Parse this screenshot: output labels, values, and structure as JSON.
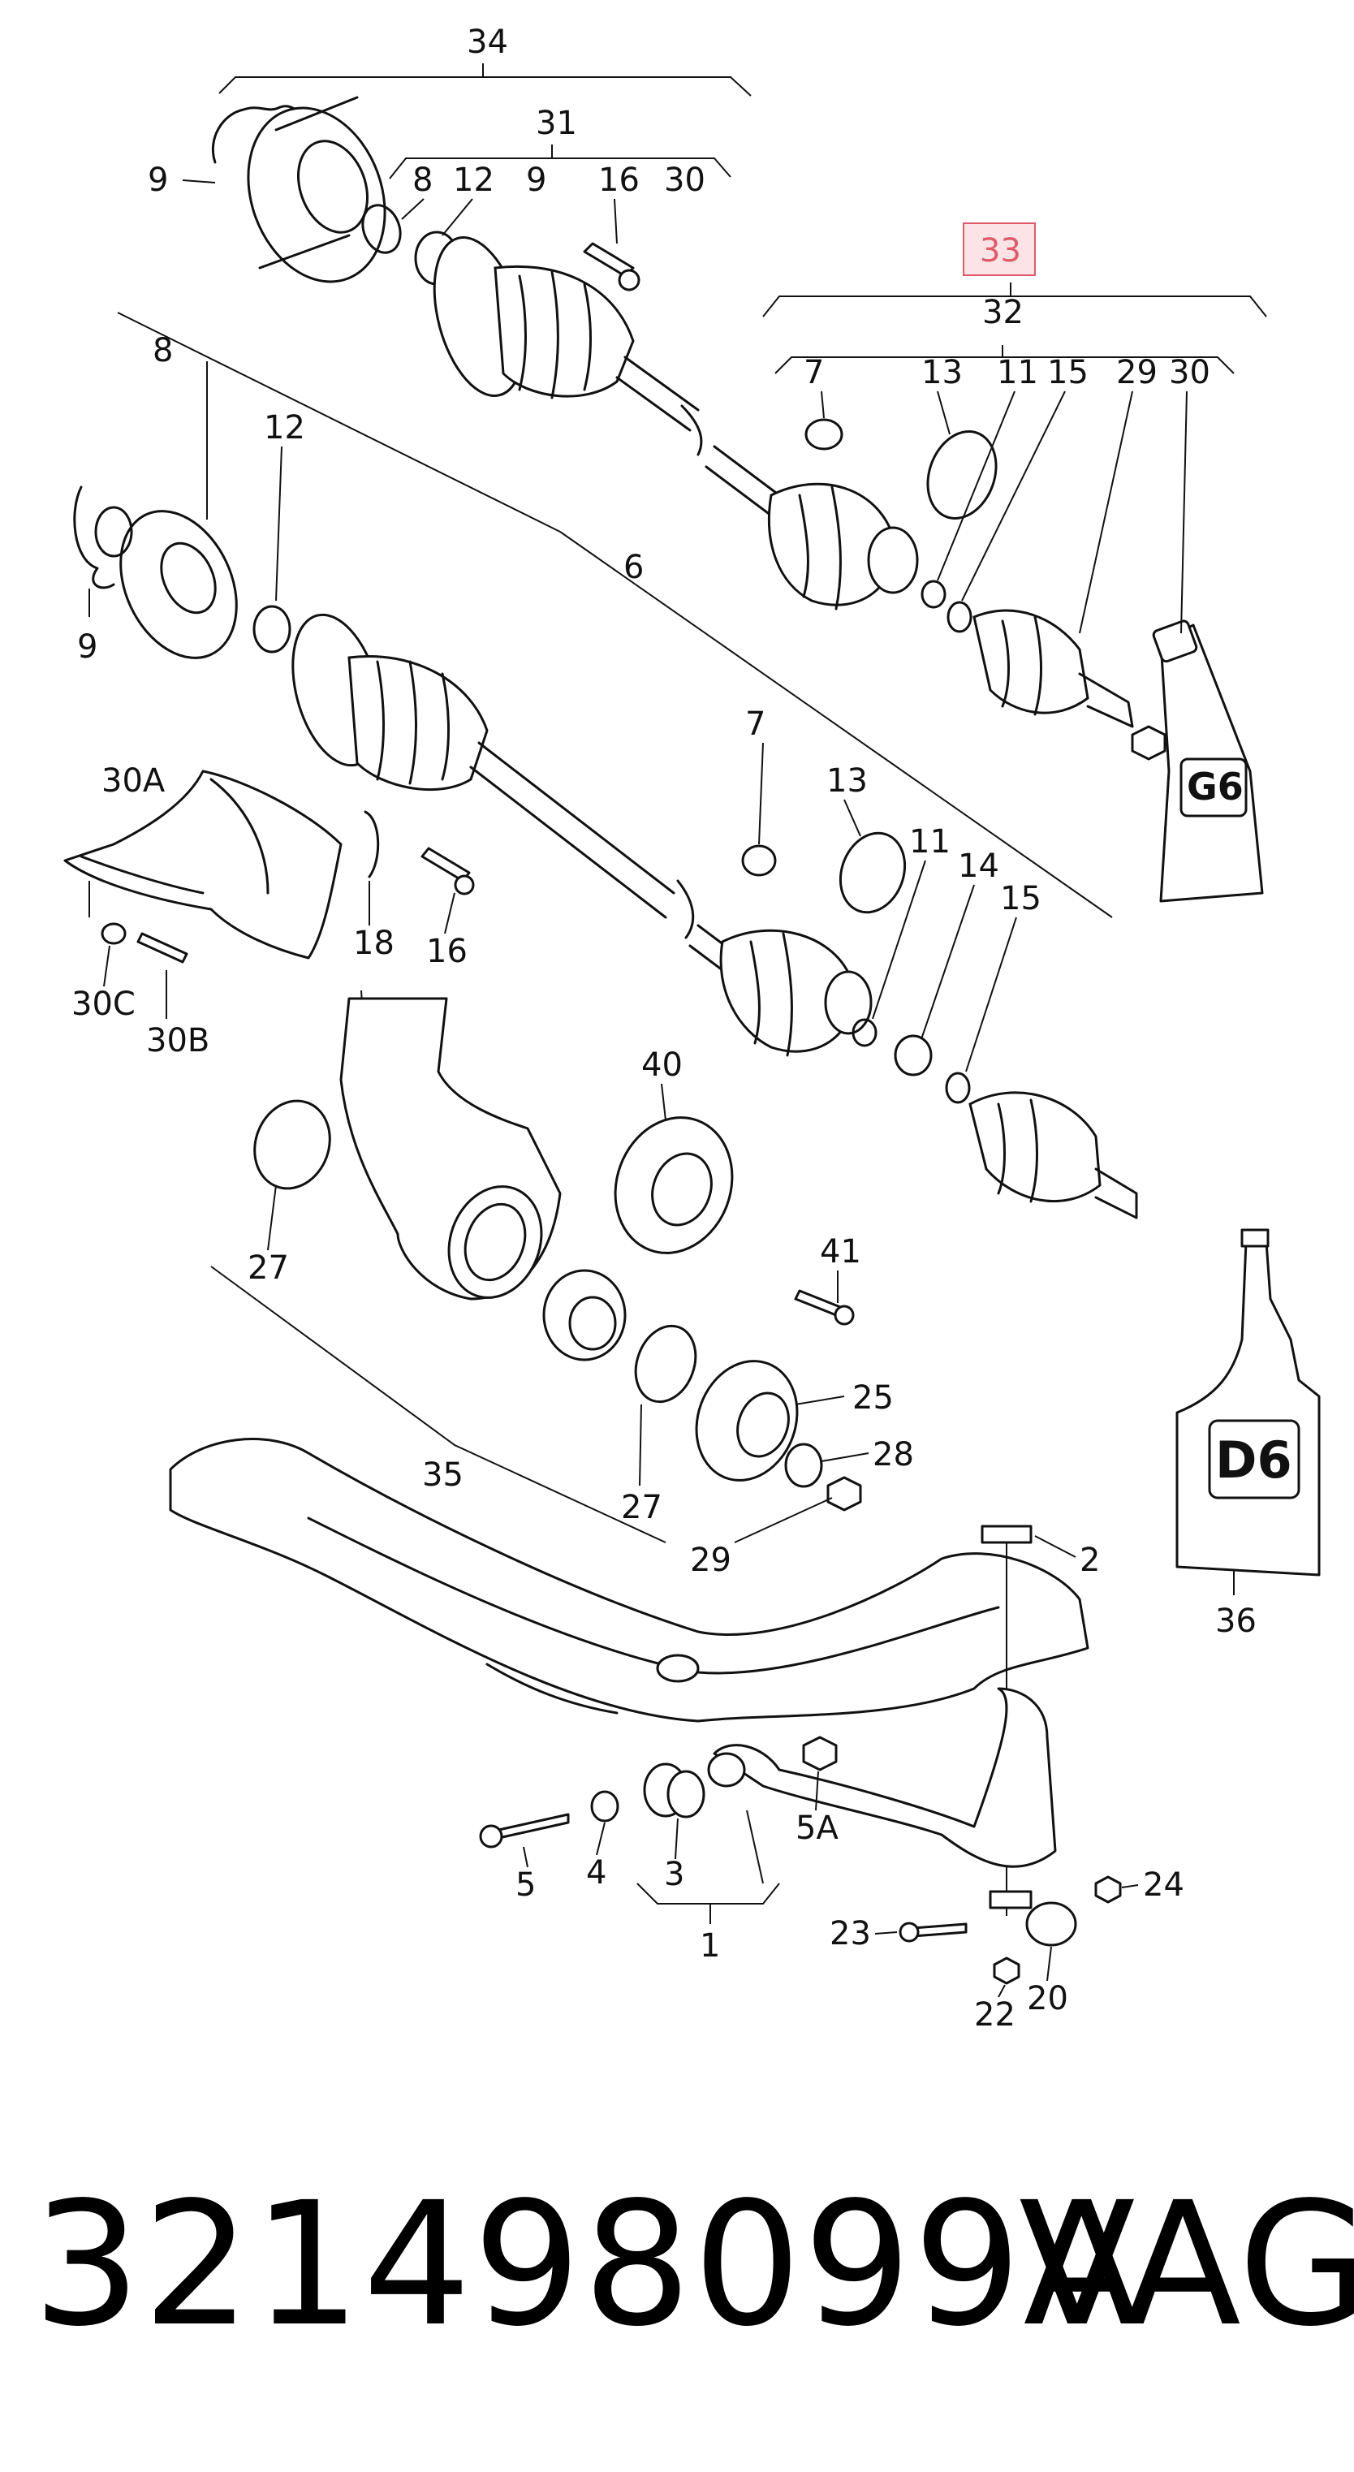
{
  "diagram": {
    "highlight_color": "#e05a6a",
    "highlight_fill": "#fbe3e6",
    "callouts": [
      "34",
      "31",
      "9",
      "8",
      "12",
      "9",
      "16",
      "30",
      "33",
      "32",
      "7",
      "13",
      "11",
      "15",
      "29",
      "30",
      "8",
      "12",
      "9",
      "6",
      "7",
      "13",
      "11",
      "14",
      "15",
      "30A",
      "18",
      "16",
      "30C",
      "30B",
      "40",
      "41",
      "27",
      "25",
      "28",
      "35",
      "27",
      "29",
      "2",
      "36",
      "5",
      "4",
      "3",
      "5A",
      "24",
      "23",
      "20",
      "22",
      "1"
    ],
    "container_labels": [
      "G6",
      "D6"
    ]
  },
  "footer": {
    "part_number": "321498099A",
    "brand": "VAG"
  }
}
